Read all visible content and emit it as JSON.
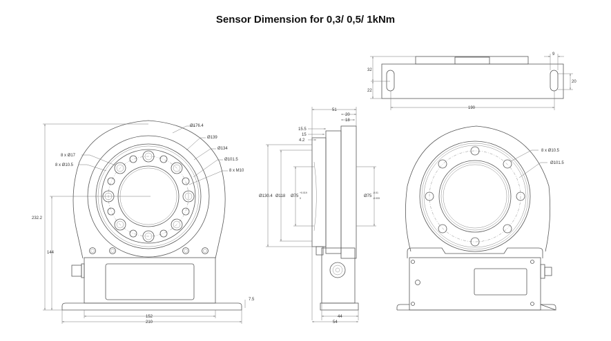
{
  "title": "Sensor Dimension for 0,3/ 0,5/ 1kNm",
  "front_view": {
    "labels": {
      "d_outer": "Ø176.4",
      "d_139": "Ø139",
      "d_134": "Ø134",
      "d_101": "Ø101.5",
      "holes_17": "8 x Ø17",
      "holes_105": "8 x Ø10.5",
      "threads": "8 x M10",
      "height_total": "232.2",
      "height_axis": "144",
      "foot": "7.5",
      "width_inner": "152",
      "width_total": "210"
    }
  },
  "side_view": {
    "labels": {
      "depth_51": "51",
      "depth_20": "20",
      "depth_18": "18",
      "d_155": "15.5",
      "d_15": "15",
      "d_42": "4.2",
      "d_1304": "Ø130.4",
      "d_118": "Ø118",
      "d_75_left": "Ø75",
      "tol_left_upper": "+0.019",
      "tol_left_lower": "0",
      "d_75_right": "Ø75",
      "tol_right_upper": "-0.01",
      "tol_right_lower": "-0.033",
      "base_44": "44",
      "base_54": "54"
    }
  },
  "top_view": {
    "labels": {
      "h_32": "32",
      "h_22": "22",
      "w_9": "9",
      "h_20": "20",
      "span_190": "190"
    }
  },
  "rear_view": {
    "labels": {
      "holes": "8 x Ø10.5",
      "pcd": "Ø101.5"
    }
  }
}
